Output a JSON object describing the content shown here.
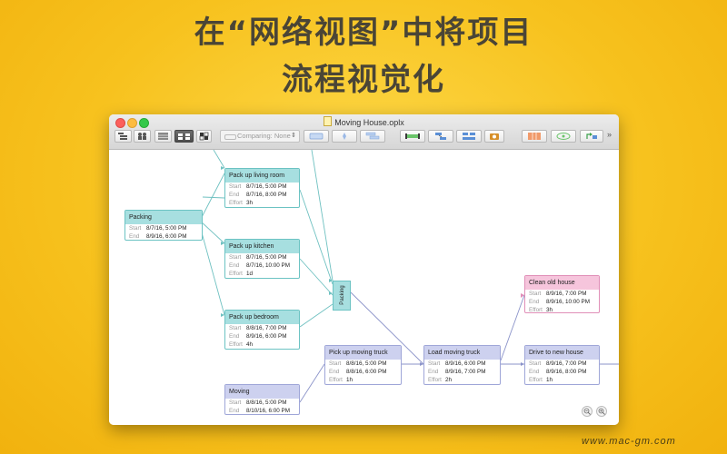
{
  "headline": {
    "line1": "在“网络视图”中将项目",
    "line2": "流程视觉化"
  },
  "window": {
    "title": "Moving House.oplx"
  },
  "toolbar": {
    "comparing_label": "Comparing: None"
  },
  "fields": {
    "start": "Start",
    "end": "End",
    "effort": "Effort"
  },
  "nodes": {
    "packing": {
      "title": "Packing",
      "start": "8/7/16, 5:00 PM",
      "end": "8/9/16, 6:00 PM"
    },
    "living_room": {
      "title": "Pack up living room",
      "start": "8/7/16, 5:00 PM",
      "end": "8/7/16, 8:00 PM",
      "effort": "3h"
    },
    "kitchen": {
      "title": "Pack up kitchen",
      "start": "8/7/16, 5:00 PM",
      "end": "8/7/16, 10:00 PM",
      "effort": "1d"
    },
    "bedroom": {
      "title": "Pack up bedroom",
      "start": "8/8/16, 7:00 PM",
      "end": "8/9/16, 6:00 PM",
      "effort": "4h"
    },
    "moving": {
      "title": "Moving",
      "start": "8/8/16, 5:00 PM",
      "end": "8/10/16, 6:00 PM"
    },
    "truck": {
      "title": "Pick up moving truck",
      "start": "8/8/16, 5:00 PM",
      "end": "8/8/16, 6:00 PM",
      "effort": "1h"
    },
    "load": {
      "title": "Load moving truck",
      "start": "8/9/16, 6:00 PM",
      "end": "8/9/16, 7:00 PM",
      "effort": "2h"
    },
    "clean": {
      "title": "Clean old house",
      "start": "8/9/16, 7:00 PM",
      "end": "8/9/16, 10:00 PM",
      "effort": "3h"
    },
    "drive": {
      "title": "Drive to new house",
      "start": "8/9/16, 7:00 PM",
      "end": "8/9/16, 8:00 PM",
      "effort": "1h"
    }
  },
  "milestone_label": "Packing",
  "watermark": "www.mac-gm.com",
  "colors": {
    "teal": "#a7dfe0",
    "lavender": "#cdd1ef",
    "pink": "#f6c5dc",
    "background": "#f7c21e"
  }
}
